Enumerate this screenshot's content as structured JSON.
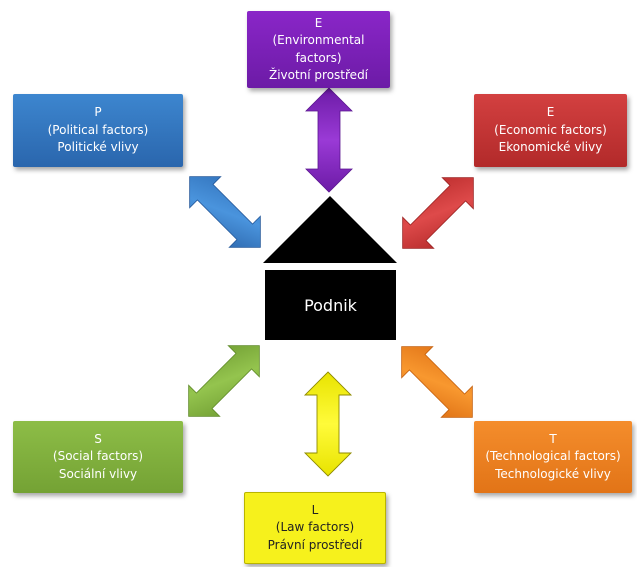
{
  "center": {
    "label": "Podnik"
  },
  "factors": {
    "political": {
      "letter": "P",
      "english": "(Political factors)",
      "czech": "Politické vlivy",
      "color": "#3d86cf"
    },
    "environmental": {
      "letter": "E",
      "english_line1": "(Environmental",
      "english_line2": "factors)",
      "czech": "Životní prostředí",
      "color": "#7b22b8"
    },
    "economic": {
      "letter": "E",
      "english": "(Economic factors)",
      "czech": "Ekonomické vlivy",
      "color": "#c43535"
    },
    "social": {
      "letter": "S",
      "english": "(Social factors)",
      "czech": "Sociální vlivy",
      "color": "#80b03d"
    },
    "technological": {
      "letter": "T",
      "english": "(Technological factors)",
      "czech": "Technologické vlivy",
      "color": "#ee8122"
    },
    "law": {
      "letter": "L",
      "english": "(Law factors)",
      "czech": "Právní prostředí",
      "color": "#f6f11c"
    }
  }
}
